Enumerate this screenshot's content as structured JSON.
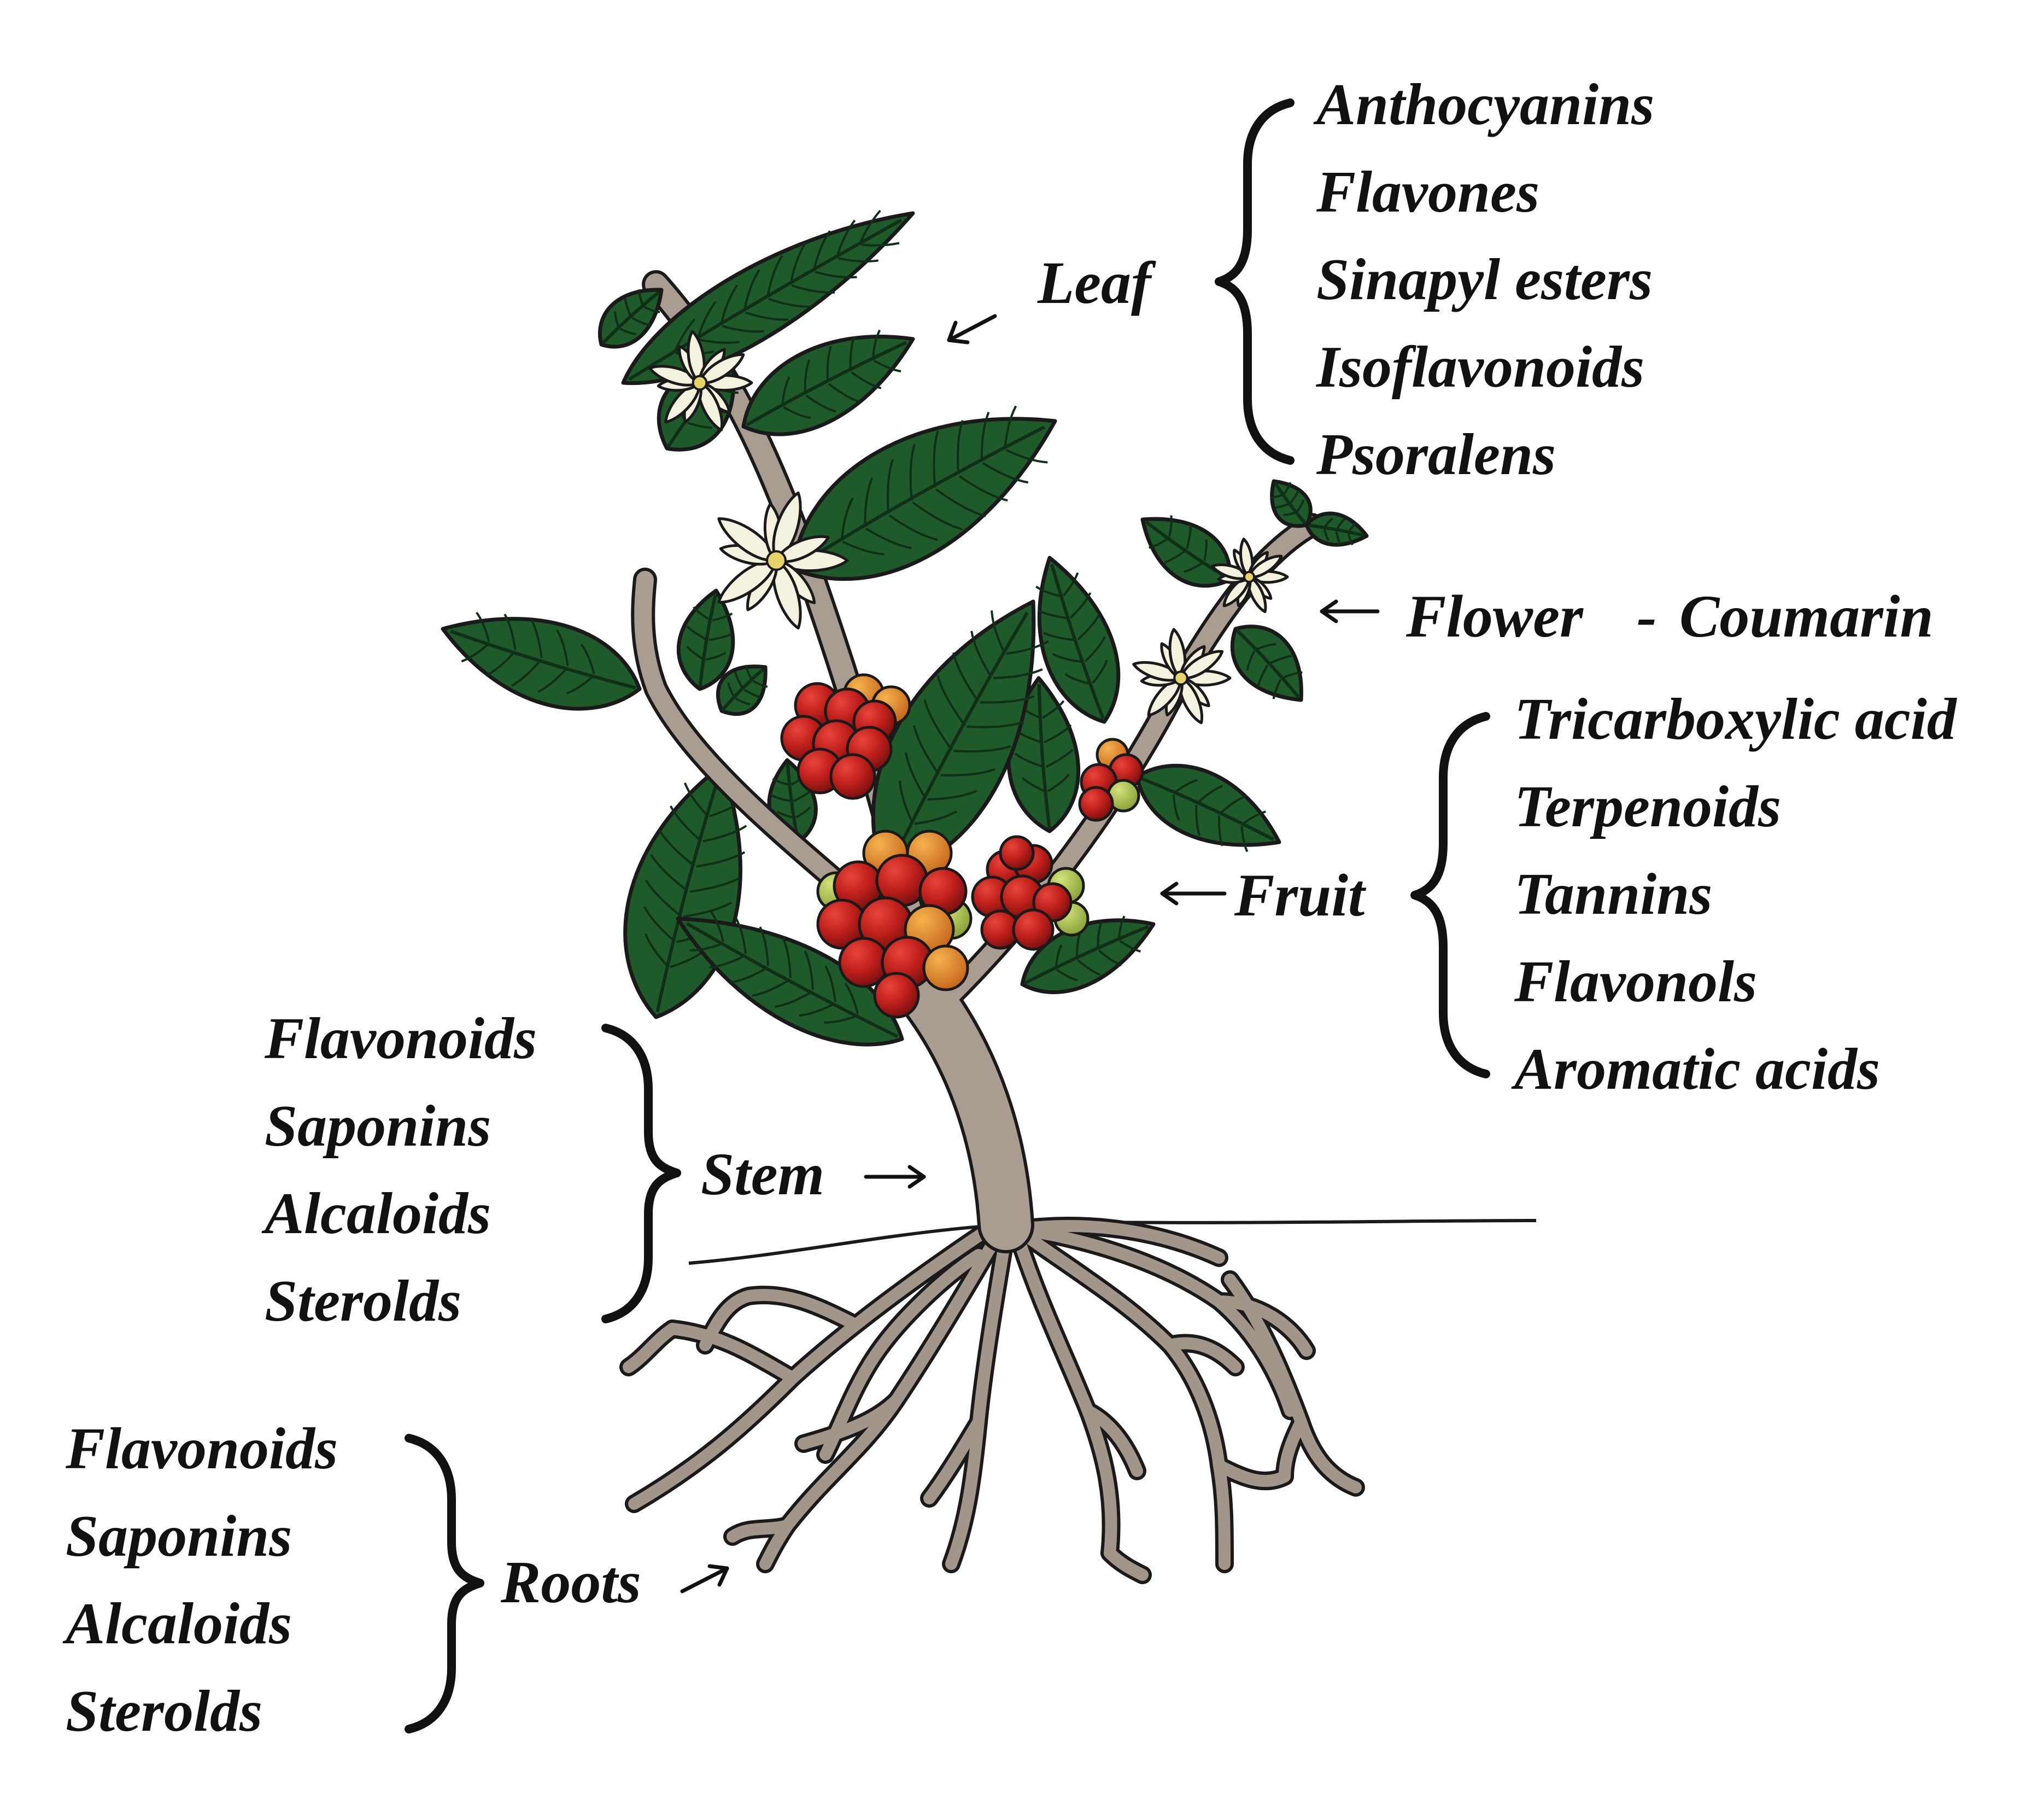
{
  "diagram": {
    "parts": [
      {
        "id": "leaf",
        "label": "Leaf",
        "compounds": [
          "Anthocyanins",
          "Flavones",
          "Sinapyl esters",
          "Isoflavonoids",
          "Psoralens"
        ]
      },
      {
        "id": "flower",
        "label": "Flower",
        "separator": "-",
        "compounds": [
          "Coumarin"
        ]
      },
      {
        "id": "fruit",
        "label": "Fruit",
        "compounds": [
          "Tricarboxylic acid",
          "Terpenoids",
          "Tannins",
          "Flavonols",
          "Aromatic acids"
        ]
      },
      {
        "id": "stem",
        "label": "Stem",
        "compounds": [
          "Flavonoids",
          "Saponins",
          "Alcaloids",
          "Sterolds"
        ]
      },
      {
        "id": "roots",
        "label": "Roots",
        "compounds": [
          "Flavonoids",
          "Saponins",
          "Alcaloids",
          "Sterolds"
        ]
      }
    ]
  },
  "colors": {
    "text": "#111111",
    "leaf": "#1f5a2a",
    "leaf_vein": "#0f2f16",
    "stem": "#a99d92",
    "root": "#9f9288",
    "berry_red": "#c0201c",
    "berry_orange": "#e0822a",
    "berry_green": "#a9c24a",
    "flower": "#f4f1de",
    "outline": "#1a1a1a"
  }
}
